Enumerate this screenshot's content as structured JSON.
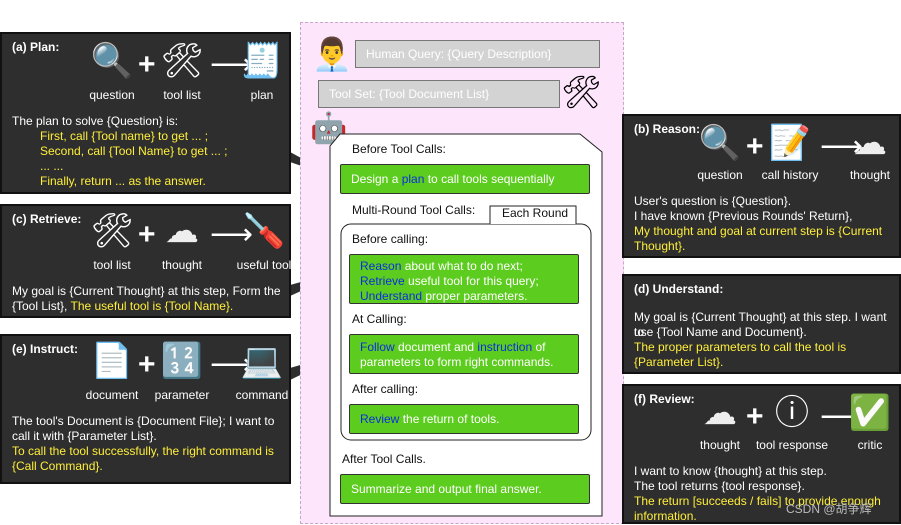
{
  "center": {
    "human_query": "Human Query: {Query Description}",
    "tool_set": "Tool Set: {Tool Document List}",
    "before_tool_calls": "Before Tool Calls:",
    "plan_box": {
      "pre": "Design a ",
      "hl": "plan",
      "post": " to call tools sequentially"
    },
    "multi_round": "Multi-Round Tool Calls:",
    "each_round": "Each Round",
    "before_calling": "Before calling:",
    "reason_box": {
      "l1_hl": "Reason",
      "l1_post": " about what to do next;",
      "l2_hl": "Retrieve",
      "l2_post": " useful tool for this query;",
      "l3_hl": "Understand",
      "l3_post": " proper parameters."
    },
    "at_calling": "At Calling:",
    "follow_box": {
      "l1_hl": "Follow",
      "l1_mid": " document and ",
      "l1_hl2": "instruction",
      "l1_post": " of",
      "l2": "parameters to form right commands."
    },
    "after_calling": "After calling:",
    "review_box": {
      "hl": "Review",
      "post": " the return of tools."
    },
    "after_tool_calls": "After Tool Calls.",
    "summarize_box": "Summarize and output final answer."
  },
  "panels": {
    "plan": {
      "title": "(a) Plan:",
      "icons": [
        "question",
        "tool list",
        "plan"
      ],
      "icon_names": [
        "magnifier-icon",
        "tools-icon",
        "receipt-icon"
      ],
      "lines": [
        "The plan to solve {Question} is:"
      ],
      "yellow_lines": [
        "First, call {Tool name} to get ... ;",
        "Second, call {Tool Name} to get ... ;",
        "... ...",
        "Finally, return ... as the answer."
      ]
    },
    "retrieve": {
      "title": "(c) Retrieve:",
      "icons": [
        "tool list",
        "thought",
        "useful tool"
      ],
      "icon_names": [
        "tools-icon",
        "cloud-icon",
        "screwdriver-icon"
      ],
      "line1": "My goal is {Current Thought} at this step, Form the",
      "line2_pre": "{Tool List}, ",
      "line2_yellow": "The useful tool is {Tool Name}."
    },
    "instruct": {
      "title": "(e) Instruct:",
      "icons": [
        "document",
        "parameter",
        "command"
      ],
      "icon_names": [
        "document-icon",
        "numbers-icon",
        "laptop-icon"
      ],
      "lines": [
        "The tool's Document is {Document File}; I want to",
        "call it with {Parameter List}."
      ],
      "yellow_lines": [
        "To call the tool successfully, the right command is",
        "{Call Command}."
      ]
    },
    "reason": {
      "title": "(b) Reason:",
      "icons": [
        "question",
        "call history",
        "thought"
      ],
      "icon_names": [
        "magnifier-icon",
        "memo-icon",
        "cloud-icon"
      ],
      "lines": [
        "User's question is {Question}.",
        "I have known {Previous Rounds' Return},"
      ],
      "yellow_lines": [
        "My thought and goal at current step is {Current",
        "Thought}."
      ]
    },
    "understand": {
      "title": "(d) Understand:",
      "lines": [
        "My goal is {Current Thought} at this step. I want to",
        "use {Tool Name and Document}."
      ],
      "yellow_lines": [
        "The proper parameters to call the tool is",
        "{Parameter List}."
      ]
    },
    "review": {
      "title": "(f) Review:",
      "icons": [
        "thought",
        "tool response",
        "critic"
      ],
      "icon_names": [
        "cloud-icon",
        "info-icon",
        "check-icon"
      ],
      "lines": [
        "I want to know {thought} at this step.",
        "The tool returns {tool response}."
      ],
      "yellow_lines": [
        "The return [succeeds / fails] to provide enough",
        "information."
      ]
    }
  },
  "watermark": "CSDN @胡争辉",
  "glyphs": {
    "magnifier": "🔍",
    "tools": "🛠",
    "receipt": "🧾",
    "cloud": "☁",
    "screwdriver": "🪛",
    "document": "📄",
    "numbers": "🔢",
    "laptop": "💻",
    "memo": "📝",
    "info": "ⓘ",
    "check": "✅",
    "person": "👨‍💼",
    "robot": "🤖",
    "plus": "+",
    "arrow": "⟶"
  }
}
